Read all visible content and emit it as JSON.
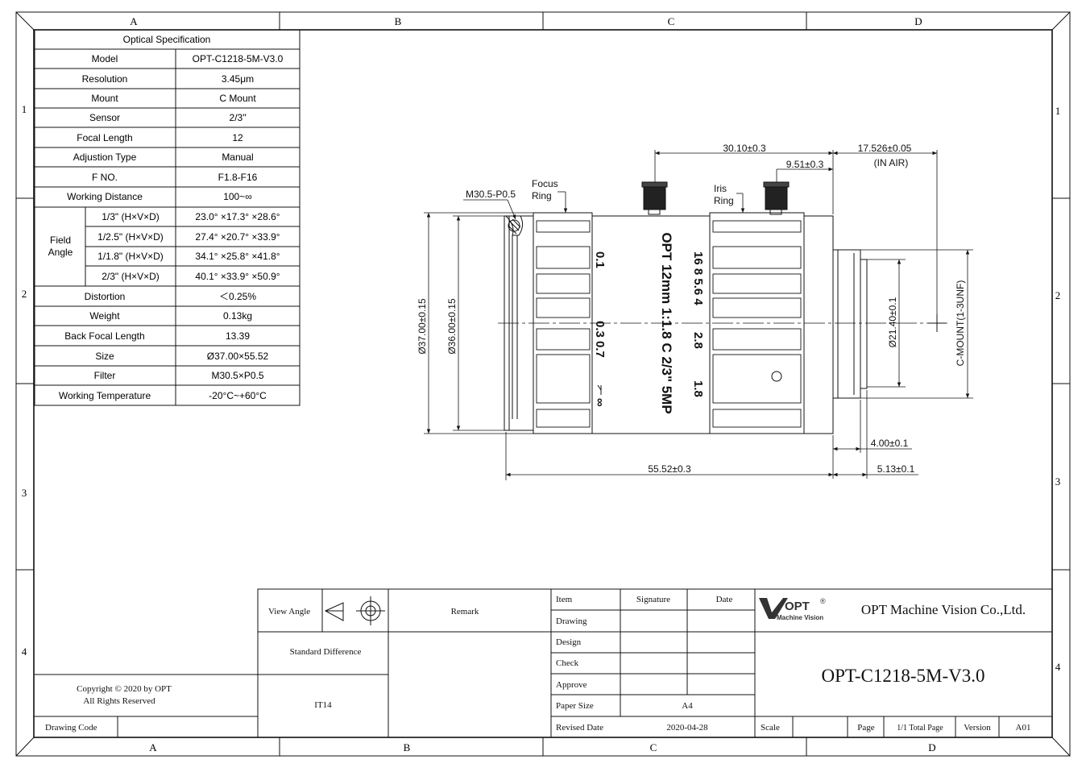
{
  "frame": {
    "col_labels": [
      "A",
      "B",
      "C",
      "D"
    ],
    "row_labels": [
      "1",
      "2",
      "3",
      "4"
    ]
  },
  "spec": {
    "title": "Optical Specification",
    "rows": [
      {
        "label": "Model",
        "value": "OPT-C1218-5M-V3.0"
      },
      {
        "label": "Resolution",
        "value": "3.45μm"
      },
      {
        "label": "Mount",
        "value": "C Mount"
      },
      {
        "label": "Sensor",
        "value": "2/3\""
      },
      {
        "label": "Focal Length",
        "value": "12"
      },
      {
        "label": "Adjustion Type",
        "value": "Manual"
      },
      {
        "label": "F NO.",
        "value": "F1.8-F16"
      },
      {
        "label": "Working Distance",
        "value": "100~∞"
      }
    ],
    "field_angle_label_1": "Field",
    "field_angle_label_2": "Angle",
    "field_angle": [
      {
        "sensor": "1/3\" (H×V×D)",
        "value": "23.0° ×17.3° ×28.6°"
      },
      {
        "sensor": "1/2.5\" (H×V×D)",
        "value": "27.4° ×20.7° ×33.9°"
      },
      {
        "sensor": "1/1.8\" (H×V×D)",
        "value": "34.1° ×25.8° ×41.8°"
      },
      {
        "sensor": "2/3\" (H×V×D)",
        "value": "40.1° ×33.9° ×50.9°"
      }
    ],
    "rows2": [
      {
        "label": "Distortion",
        "value": "＜0.25%"
      },
      {
        "label": "Weight",
        "value": "0.13kg"
      },
      {
        "label": "Back Focal Length",
        "value": "13.39"
      },
      {
        "label": "Size",
        "value": "Ø37.00×55.52"
      },
      {
        "label": "Filter",
        "value": "M30.5×P0.5"
      },
      {
        "label": "Working Temperature",
        "value": "-20°C~+60°C"
      }
    ]
  },
  "drawing": {
    "dim_30_10": "30.10±0.3",
    "dim_17_526": "17.526±0.05",
    "dim_in_air": "(IN AIR)",
    "dim_9_51": "9.51±0.3",
    "thread": "M30.5-P0.5",
    "focus_1": "Focus",
    "focus_2": "Ring",
    "iris_1": "Iris",
    "iris_2": "Ring",
    "dim_37": "Ø37.00±0.15",
    "dim_36": "Ø36.00±0.15",
    "dim_21_4": "Ø21.40±0.1",
    "c_mount": "C-MOUNT(1-3UNF)",
    "dim_4_00": "4.00±0.1",
    "dim_5_13": "5.13±0.1",
    "dim_55_52": "55.52±0.3",
    "barrel_text": "OPT 12mm 1:1.8 C 2/3\" 5MP",
    "focus_scale_1": "0.1",
    "focus_scale_2": "0.3 0.7",
    "focus_scale_3": "∞",
    "iris_scale_1": "16 8 5.6 4",
    "iris_scale_2": "2.8",
    "iris_scale_3": "1.8"
  },
  "title_block": {
    "view_angle": "View Angle",
    "remark": "Remark",
    "standard_difference": "Standard Difference",
    "it14": "IT14",
    "item": "Item",
    "signature": "Signature",
    "date": "Date",
    "drawing": "Drawing",
    "design": "Design",
    "check": "Check",
    "approve": "Approve",
    "paper_size": "Paper Size",
    "paper_size_value": "A4",
    "revised_date": "Revised Date",
    "revised_date_value": "2020-04-28",
    "logo_text": "OPT",
    "logo_sub": "Machine Vision",
    "company": "OPT Machine Vision Co.,Ltd.",
    "part_number": "OPT-C1218-5M-V3.0",
    "scale": "Scale",
    "page": "Page",
    "total_page": "1/1 Total Page",
    "version": "Version",
    "version_value": "A01",
    "copyright_1": "Copyright © 2020 by OPT",
    "copyright_2": "All Rights Reserved",
    "drawing_code": "Drawing Code"
  }
}
